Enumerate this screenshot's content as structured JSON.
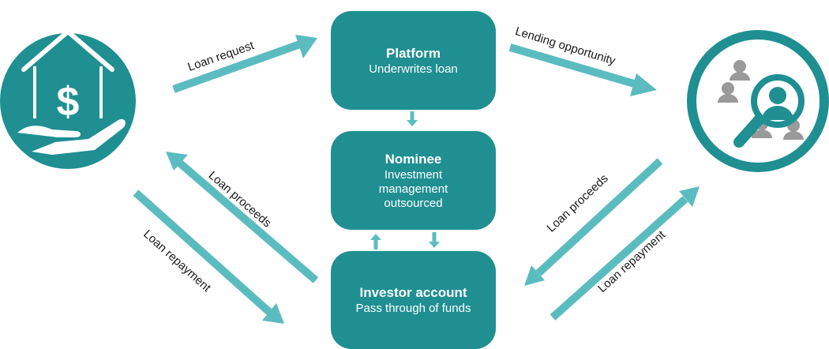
{
  "colors": {
    "primary_teal": "#1f8f92",
    "arrow_teal": "#5bbcc0",
    "person_gray": "#9a9a9a",
    "white": "#ffffff"
  },
  "icons": {
    "borrower": "house-dollar-hand-icon",
    "investors": "magnifier-people-icon"
  },
  "boxes": {
    "platform": {
      "title": "Platform",
      "sub": "Underwrites loan"
    },
    "nominee": {
      "title": "Nominee",
      "sub": [
        "Investment",
        "management",
        "outsourced"
      ]
    },
    "investor": {
      "title": "Investor account",
      "sub": "Pass through of funds"
    }
  },
  "icon_text": {
    "dollar": "$"
  },
  "labels": {
    "loan_request": "Loan request",
    "lending_opportunity": "Lending opportunity",
    "loan_proceeds_left": "Loan proceeds",
    "loan_repayment_left": "Loan repayment",
    "loan_proceeds_right": "Loan proceeds",
    "loan_repayment_right": "Loan repayment"
  }
}
